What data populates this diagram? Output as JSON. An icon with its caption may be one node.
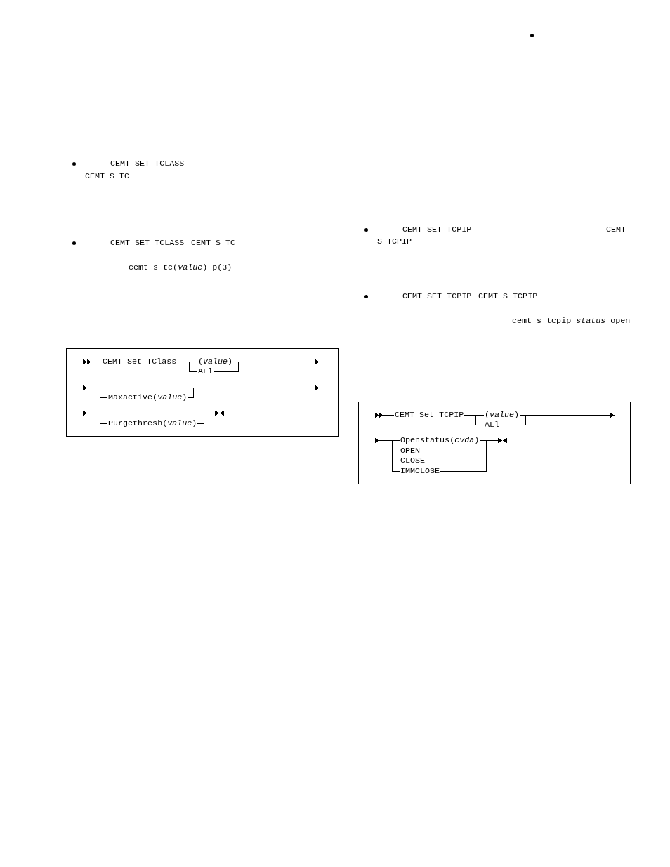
{
  "diagram": {
    "nodes": [
      {
        "text": [
          "CEMT Set TClass",
          "(*value*)",
          "ALl",
          "Maxactive(*value*)",
          "Purgethresh(*value*)"
        ]
      },
      {
        "text": [
          "CEMT Set TCPIP",
          "(*value*)",
          "ALl",
          "Openstatus(*cvda*)",
          "OPEN",
          "CLOSE",
          "IMMCLOSE"
        ]
      }
    ],
    "labels": [
      "CEMT SET TCLASS",
      "CEMT S TC",
      "CEMT SET TCLASS",
      "CEMT S TC",
      "cemt s tc(*value*) p(3)",
      "CEMT SET TCPIP",
      "CEMT",
      "S TCPIP",
      "CEMT SET TCPIP",
      "CEMT S TCPIP",
      "cemt s tcpip *status* open"
    ]
  }
}
